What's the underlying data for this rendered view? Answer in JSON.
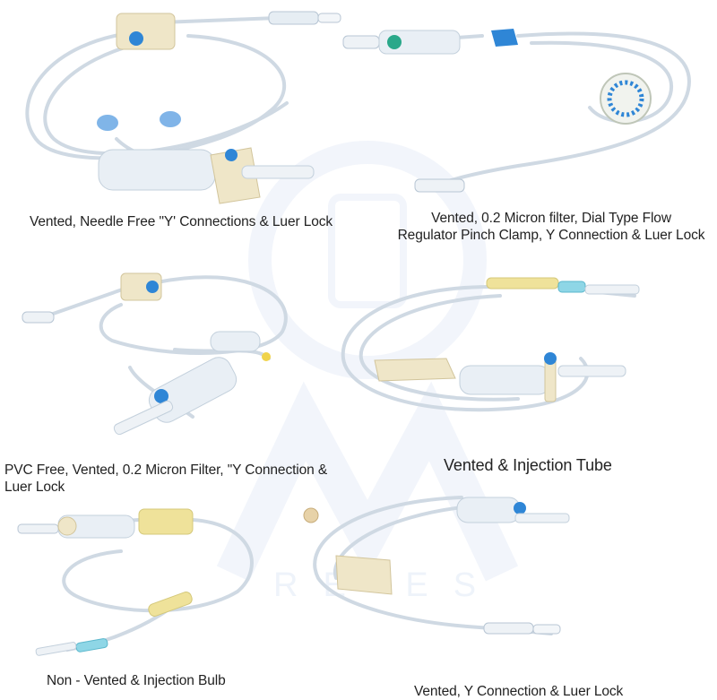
{
  "products": [
    {
      "caption": [
        "Vented, Needle Free \"Y' Connections & Luer Lock"
      ]
    },
    {
      "caption": [
        "Vented, 0.2 Micron filter, Dial Type Flow",
        "Regulator Pinch Clamp, Y Connection & Luer Lock"
      ]
    },
    {
      "caption": [
        "PVC Free, Vented, 0.2 Micron Filter, \"Y Connection &",
        "Luer Lock"
      ]
    },
    {
      "caption": [
        "Vented & Injection Tube"
      ]
    },
    {
      "caption": [
        "Non - Vented & Injection Bulb"
      ]
    },
    {
      "caption": [
        "Vented, Y Connection & Luer Lock"
      ]
    }
  ],
  "watermark": {
    "text": "RE       ES"
  },
  "colors": {
    "tube": "#cfd9e3",
    "clamp": "#efe6c8",
    "accent_blue": "#2f86d6",
    "caption": "#222222"
  }
}
